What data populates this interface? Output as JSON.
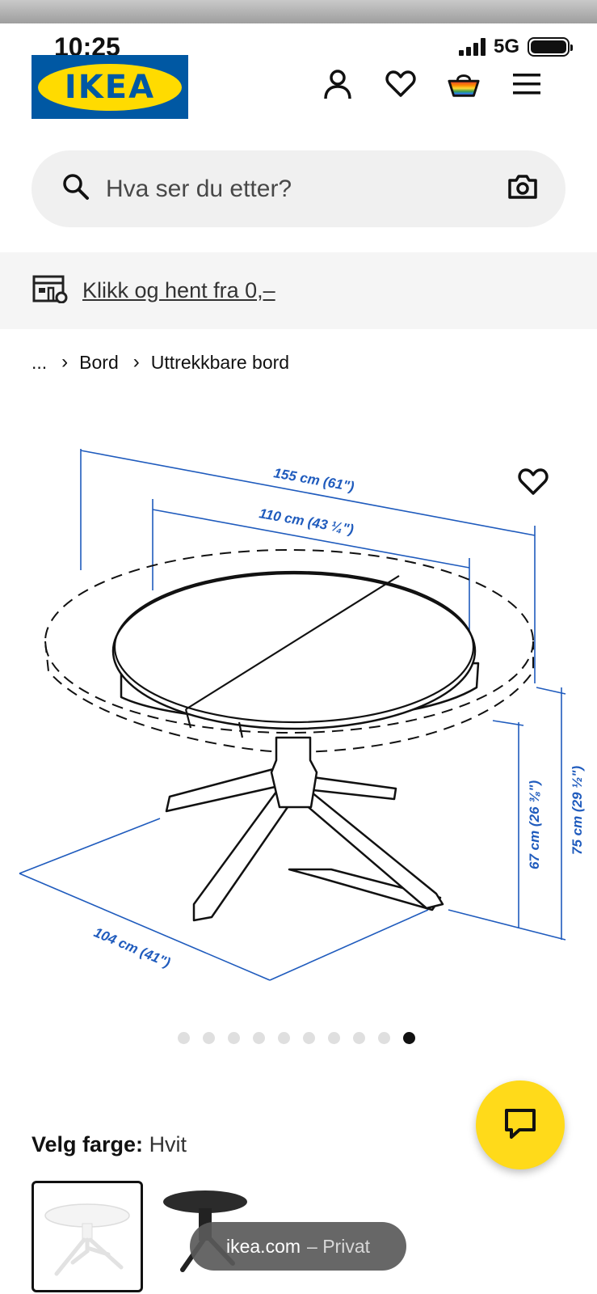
{
  "status": {
    "time": "10:25",
    "network": "5G"
  },
  "brand": {
    "logo_text": "IKEA"
  },
  "search": {
    "placeholder": "Hva ser du etter?"
  },
  "promo": {
    "link_text": "Klikk og hent fra 0,–"
  },
  "breadcrumb": {
    "ellipsis": "...",
    "items": [
      "Bord",
      "Uttrekkbare bord"
    ]
  },
  "diagram": {
    "dim_extended_width": "155 cm (61\")",
    "dim_width": "110 cm (43 ¼\")",
    "dim_depth": "104 cm (41\")",
    "dim_apron_height": "67 cm (26 ⅜\")",
    "dim_height": "75 cm (29 ½\")",
    "dimension_color": "#1f5bbd"
  },
  "carousel": {
    "total": 10,
    "active_index": 9
  },
  "color_picker": {
    "label": "Velg farge:",
    "value": "Hvit",
    "options": [
      "white-table",
      "black-table"
    ]
  },
  "browser": {
    "domain": "ikea.com",
    "mode": "– Privat"
  },
  "colors": {
    "ikea_blue": "#0058a3",
    "ikea_yellow": "#ffdb00",
    "chat_yellow": "#ffda1a"
  }
}
